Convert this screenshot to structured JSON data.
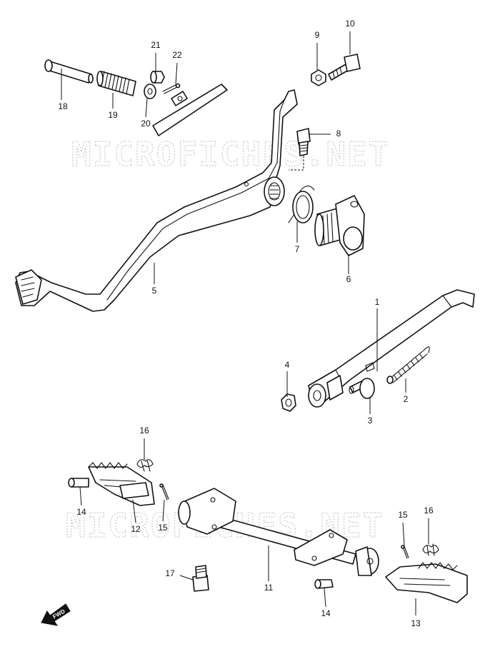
{
  "watermark": {
    "text": "MICROFICHES.NET"
  },
  "fwd_label": "FWD",
  "callouts": {
    "c1": "1",
    "c2": "2",
    "c3": "3",
    "c4": "4",
    "c5": "5",
    "c6": "6",
    "c7": "7",
    "c8": "8",
    "c9": "9",
    "c10": "10",
    "c11": "11",
    "c12": "12",
    "c13": "13",
    "c14a": "14",
    "c14b": "14",
    "c15a": "15",
    "c15b": "15",
    "c16a": "16",
    "c16b": "16",
    "c17": "17",
    "c18": "18",
    "c19": "19",
    "c20": "20",
    "c21": "21",
    "c22": "22"
  }
}
